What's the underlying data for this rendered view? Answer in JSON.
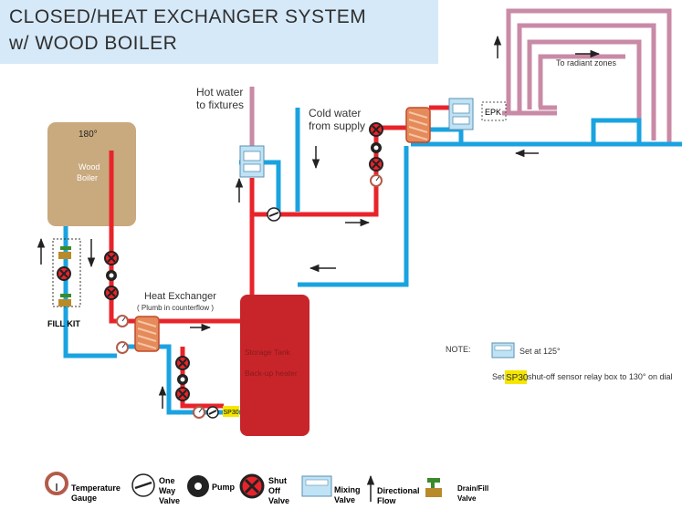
{
  "title": {
    "line1": "CLOSED/HEAT EXCHANGER SYSTEM",
    "line2": " w/ WOOD BOILER"
  },
  "labels": {
    "boiler_temp": "180°",
    "boiler_line1": "Wood",
    "boiler_line2": "Boiler",
    "hot_water_1": "Hot water",
    "hot_water_2": "to fixtures",
    "cold_water_1": "Cold water",
    "cold_water_2": "from supply",
    "radiant": "To radiant zones",
    "epk": "EPK",
    "heat_exchanger": "Heat Exchanger",
    "counterflow": "( Plumb in counterflow )",
    "fill_kit": "FILL KIT",
    "storage_1": "Storage Tank",
    "storage_2": "Back-up heater",
    "sp30": "SP30"
  },
  "note": {
    "label": "NOTE:",
    "line1": "Set at 125°",
    "line2_prefix": "Set ",
    "line2_highlight": "SP30",
    "line2_suffix": " shut-off sensor relay box to 130° on dial"
  },
  "legend": [
    {
      "icon": "temperature-gauge-icon",
      "line1": "Temperature",
      "line2": "Gauge"
    },
    {
      "icon": "one-way-valve-icon",
      "line1": "One",
      "line2": "Way",
      "line3": "Valve"
    },
    {
      "icon": "pump-icon",
      "line1": "Pump"
    },
    {
      "icon": "shut-off-valve-icon",
      "line1": "Shut",
      "line2": "Off",
      "line3": "Valve"
    },
    {
      "icon": "mixing-valve-icon",
      "line1": "Mixing",
      "line2": "Valve"
    },
    {
      "icon": "directional-flow-icon",
      "line1": "Directional",
      "line2": "Flow"
    },
    {
      "icon": "drain-fill-valve-icon",
      "line1": "Drain/Fill",
      "line2": "Valve"
    }
  ],
  "colors": {
    "hot_pipe": "#e8242b",
    "cold_pipe": "#1aa3e0",
    "radiant_pipe": "#c98aa6",
    "tank": "#c8252b",
    "boiler": "#c9a97e",
    "title_bg": "#d6e9f8",
    "highlight": "#f5e600"
  }
}
